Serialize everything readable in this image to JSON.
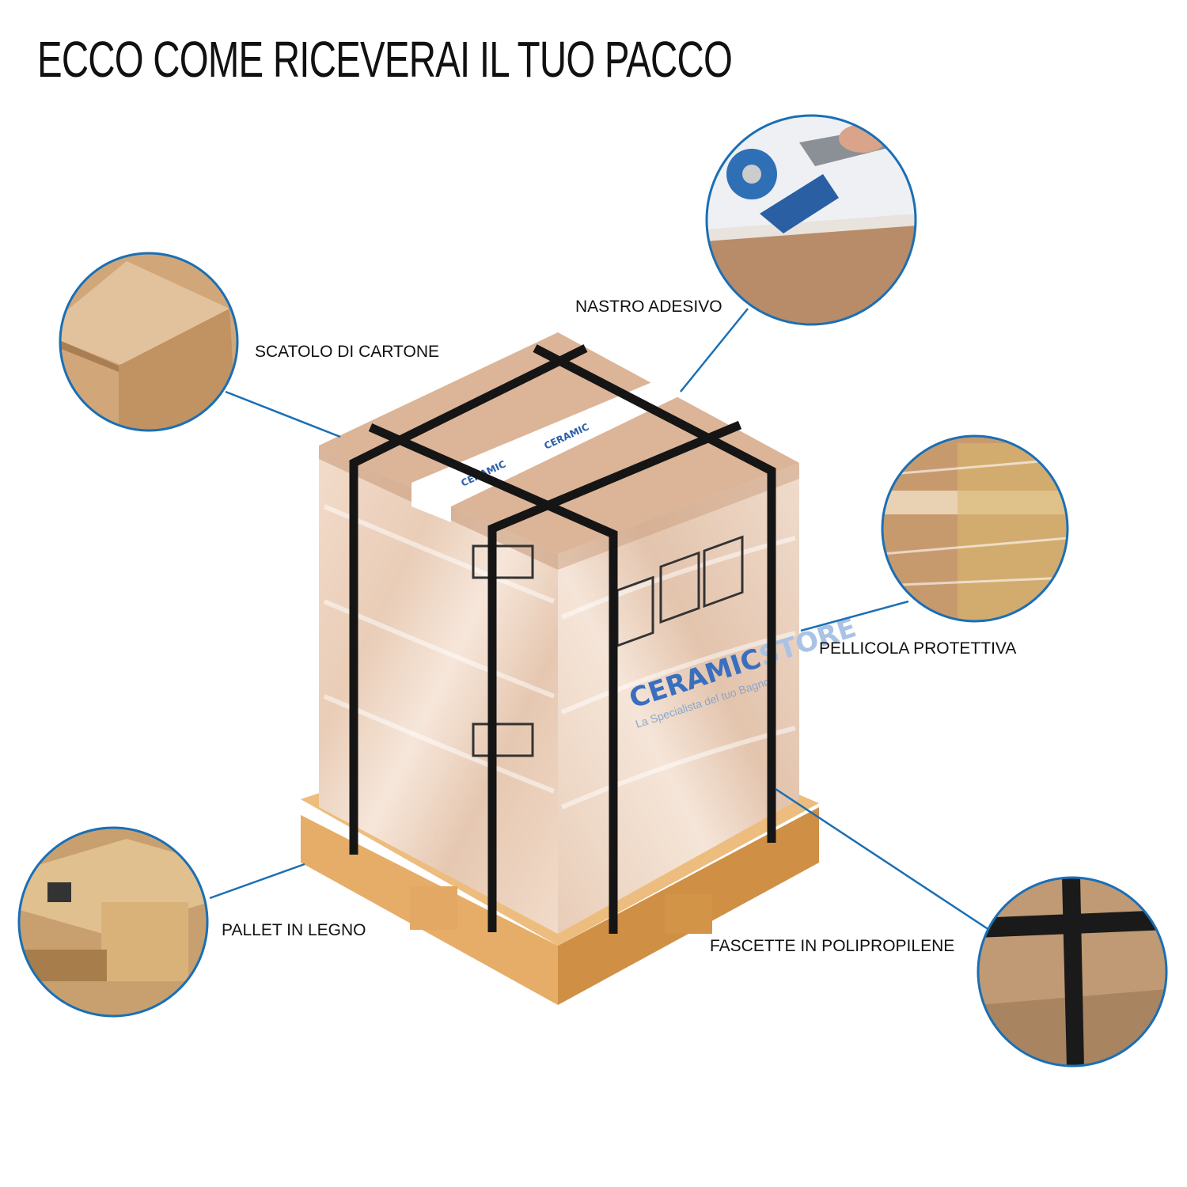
{
  "title": "ECCO COME RICEVERAI IL TUO PACCO",
  "labels": {
    "carton": "SCATOLO DI CARTONE",
    "tape": "NASTRO ADESIVO",
    "film": "PELLICOLA PROTETTIVA",
    "pallet": "PALLET IN LEGNO",
    "straps": "FASCETTE IN POLIPROPILENE"
  },
  "brand": {
    "name_a": "CERAMIC",
    "name_b": "STORE",
    "tagline": "La Specialista del tuo Bagno"
  },
  "colors": {
    "leader": "#1a6fb5",
    "carton": "#dcb497",
    "strap": "#151515",
    "pallet": "#e0a862",
    "brand_blue": "#3a6fbf"
  }
}
